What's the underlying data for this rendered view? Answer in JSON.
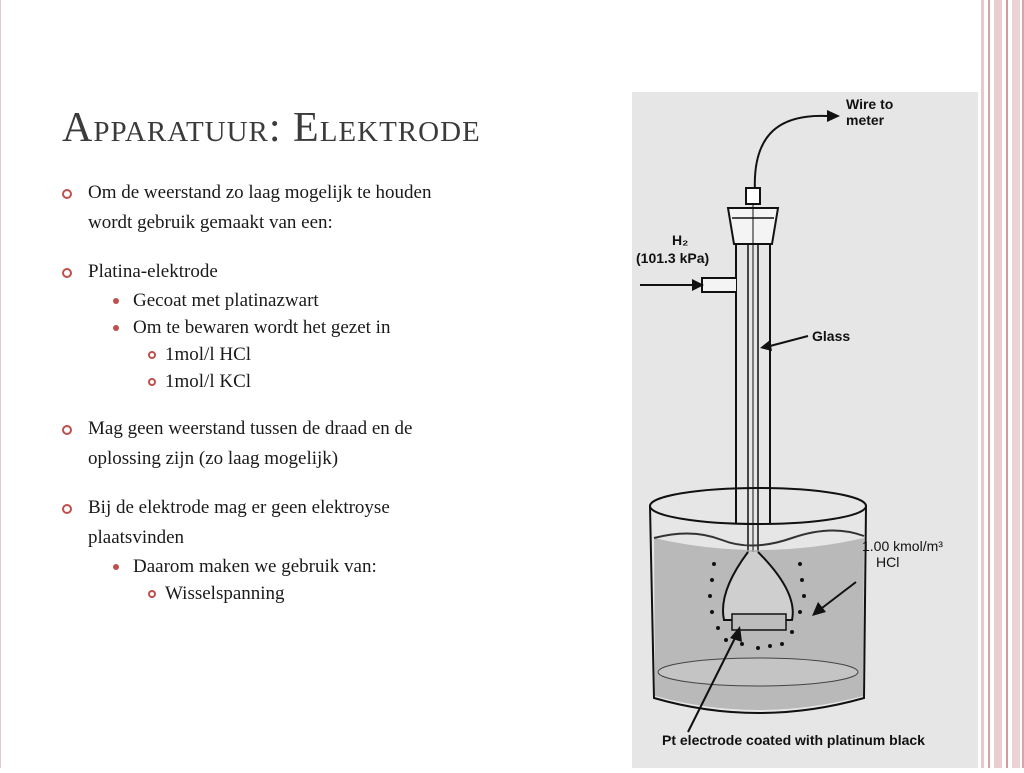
{
  "slide": {
    "title": "Apparatuur: Elektrode",
    "accent_color": "#c0504d",
    "items": [
      {
        "level": 1,
        "text": "Om de weerstand zo laag mogelijk te houden"
      },
      {
        "level": 1,
        "text": "wordt gebruik gemaakt van een:"
      },
      {
        "level": 1,
        "text": "Platina-elektrode"
      },
      {
        "level": 2,
        "text": "Gecoat met platinazwart"
      },
      {
        "level": 2,
        "text": "Om te bewaren wordt het gezet in"
      },
      {
        "level": 3,
        "text": "1mol/l HCl"
      },
      {
        "level": 3,
        "text": "1mol/l KCl"
      },
      {
        "level": 1,
        "text": "Mag geen weerstand tussen de draad en de"
      },
      {
        "level": 1,
        "text": "oplossing zijn (zo laag mogelijk)"
      },
      {
        "level": 1,
        "text": "Bij de elektrode mag er geen elektroyse"
      },
      {
        "level": 1,
        "text": "plaatsvinden"
      },
      {
        "level": 2,
        "text": "Daarom maken we gebruik van:"
      },
      {
        "level": 3,
        "text": "Wisselspanning"
      }
    ]
  },
  "figure": {
    "label_wire_1": "Wire to",
    "label_wire_2": "meter",
    "label_h2_1": "H₂",
    "label_h2_2": "(101.3 kPa)",
    "label_glass": "Glass",
    "label_hcl_1": "1.00 kmol/m³",
    "label_hcl_2": "HCl",
    "label_pt": "Pt electrode coated with platinum black"
  }
}
